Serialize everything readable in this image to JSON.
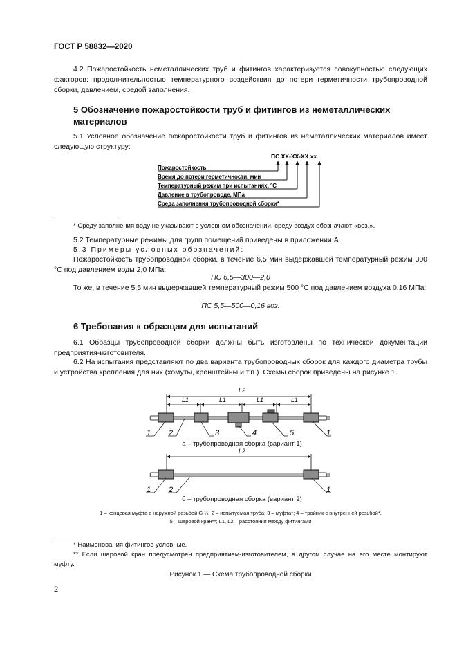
{
  "header": "ГОСТ Р 58832—2020",
  "para_4_2": "4.2 Пожаростойкость неметаллических труб и фитингов характеризуется совокупностью следующих факторов: продолжительностью температурного воздействия до потери герметичности трубопроводной сборки, давлением, средой заполнения.",
  "section5": {
    "title": "5 Обозначение пожаростойкости труб и фитингов из неметаллических материалов",
    "para_5_1": "5.1 Условное обозначение пожаростойкости труб и фитингов из неметаллических материалов имеет следующую структуру:",
    "scheme": {
      "code": "ПС ХХ-ХХ-ХХ  хх",
      "rows": [
        "Пожаростойкость",
        "Время до потери герметичности, мин",
        "Температурный режим при испытаниях, °С",
        "Давление в трубопроводе, МПа",
        "Среда заполнения трубопроводной сборки*"
      ]
    },
    "footnote": "*  Среду заполнения воду не указывают в условном обозначении, среду воздух обозначают «воз.».",
    "para_5_2": "5.2 Температурные режимы для групп помещений приведены в приложении А.",
    "para_5_3": "5.3 Примеры условных обозначений:",
    "example1_text": "Пожаростойкость трубопроводной сборки, в течение 6,5 мин выдержавшей температурный режим 300 °С под давлением воды 2,0 МПа:",
    "example1_formula": "ПС 6,5—300—2,0",
    "example2_text": "То же, в течение 5,5 мин выдержавшей температурный режим 500 °С под давлением воздуха 0,16 МПа:",
    "example2_formula": "ПС 5,5—500—0,16 воз."
  },
  "section6": {
    "title": "6 Требования к образцам для испытаний",
    "para_6_1": "6.1 Образцы трубопроводной сборки должны быть изготовлены по технической документации предприятия-изготовителя.",
    "para_6_2": "6.2 На испытания представляют по два варианта трубопроводных сборок для каждого диаметра трубы и устройства крепления для них (хомуты, кронштейны и т.п.). Схемы сборок приведены на рисунке 1."
  },
  "figure": {
    "dim_L2": "L2",
    "dim_L1": "L1",
    "caption_a": "а – трубопроводная сборка (вариант 1)",
    "caption_b": "б – трубопроводная сборка (вариант 2)",
    "callouts_a": [
      "1",
      "2",
      "3",
      "4",
      "5",
      "1"
    ],
    "callouts_b": [
      "1",
      "2",
      "1"
    ],
    "legend_line1": "1 – концевая муфта с наружной резьбой G ½; 2 – испытуемая труба; 3 – муфта*; 4 – тройник с внутренней резьбой*.",
    "legend_line2": "5 – шаровой кран**; L1, L2 – расстояния между фитингами",
    "footnote1": "*  Наименования фитингов условные.",
    "footnote2": "**  Если шаровой кран предусмотрен предприятием-изготовителем, в другом случае на его месте монтируют муфту.",
    "title": "Рисунок 1 — Схема трубопроводной сборки",
    "colors": {
      "fitting": "#8c8c8c",
      "pipe": "#b4b4b4"
    }
  },
  "page_number": "2"
}
